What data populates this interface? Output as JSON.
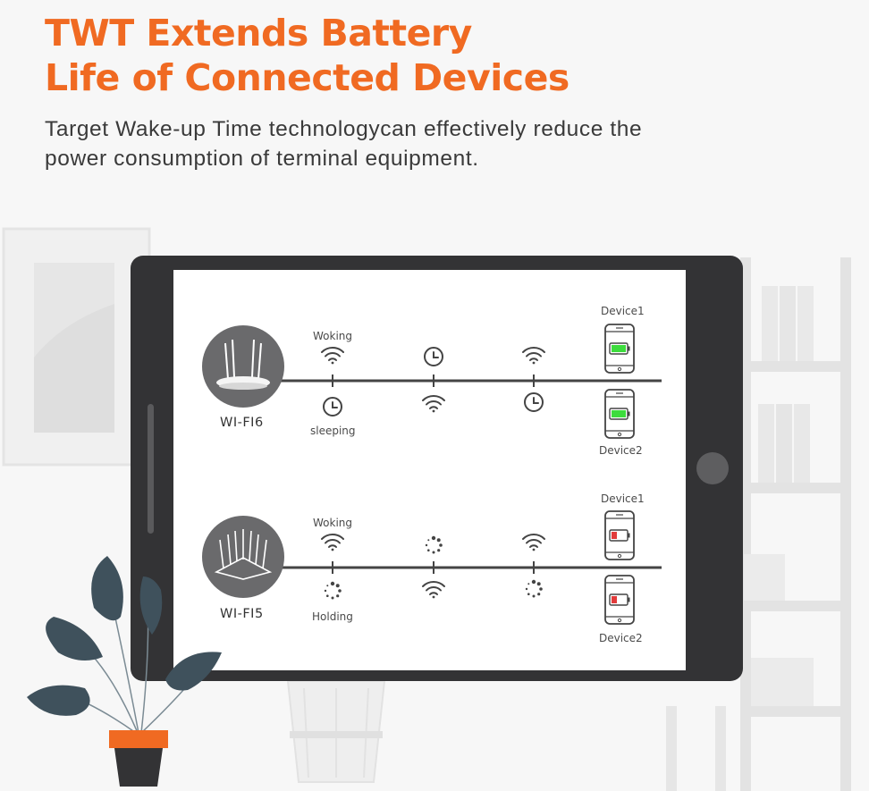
{
  "header": {
    "title_line1": "TWT Extends Battery",
    "title_line2": "Life of Connected Devices",
    "subtitle_line1": "Target Wake-up Time technologycan effectively reduce the",
    "subtitle_line2": "power consumption of terminal equipment."
  },
  "colors": {
    "accent": "#f06a22",
    "tablet": "#333335",
    "battery_full": "#3ddc3d",
    "battery_low": "#e23b3b"
  },
  "wifi6": {
    "router_label": "WI-FI6",
    "top_label": "Woking",
    "bottom_label": "sleeping",
    "device_top": "Device1",
    "device_bottom": "Device2",
    "battery_state": "full"
  },
  "wifi5": {
    "router_label": "WI-FI5",
    "top_label": "Woking",
    "bottom_label": "Holding",
    "device_top": "Device1",
    "device_bottom": "Device2",
    "battery_state": "low"
  }
}
